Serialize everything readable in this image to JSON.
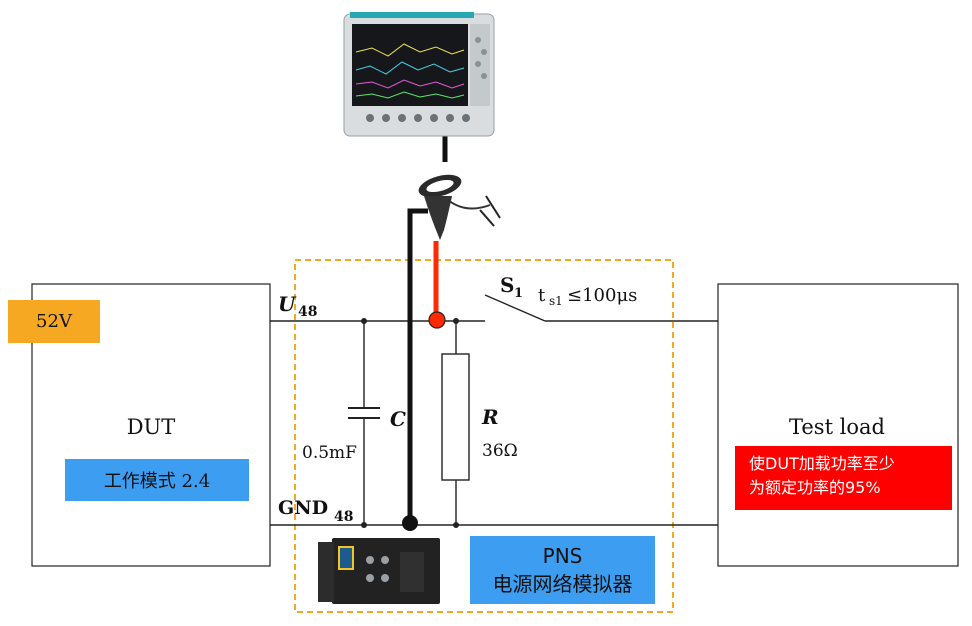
{
  "dut": {
    "title": "DUT",
    "voltage_tag": "52V",
    "mode_label": "工作模式 2.4"
  },
  "bus": {
    "u_label": "U",
    "u_sub": "48",
    "gnd_label": "GND",
    "gnd_sub": "48"
  },
  "capacitor": {
    "symbol": "C",
    "value": "0.5mF"
  },
  "resistor": {
    "symbol": "R",
    "value": "36Ω"
  },
  "switch": {
    "symbol": "S",
    "sub": "1",
    "timing_t": "t",
    "timing_sub": "s1",
    "timing_rest": "≤100μs"
  },
  "load": {
    "title": "Test load",
    "note_line1": "使DUT加载功率至少",
    "note_line2": "为额定功率的95%"
  },
  "pns": {
    "line1": "PNS",
    "line2": "电源网络模拟器"
  },
  "colors": {
    "orange_tag": "#f7a823",
    "blue_box": "#3d9df0",
    "red_box": "#ff0000",
    "dash_border": "#f7a823",
    "probe_red": "#ff2a00"
  },
  "icons": {
    "oscilloscope": "oscilloscope-icon",
    "current_probe": "current-probe-icon",
    "pns_device": "power-network-simulator-icon"
  }
}
